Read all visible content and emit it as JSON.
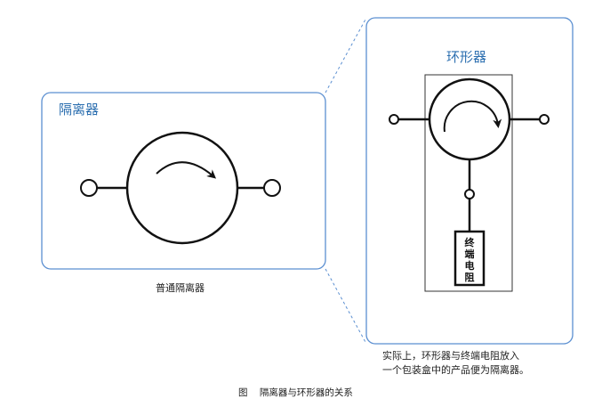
{
  "isolator": {
    "title": "隔离器",
    "caption": "普通隔离器"
  },
  "circulator": {
    "title": "环形器",
    "resistor_label": [
      "终",
      "端",
      "电",
      "阻"
    ],
    "note_line1": "实际上，环形器与终端电阻放入",
    "note_line2": "一个包装盒中的产品便为隔离器。"
  },
  "figure_caption": "图    隔离器与环形器的关系",
  "colors": {
    "panel_border": "#5b8fd1",
    "title": "#2c6fb0",
    "line": "#111111"
  }
}
